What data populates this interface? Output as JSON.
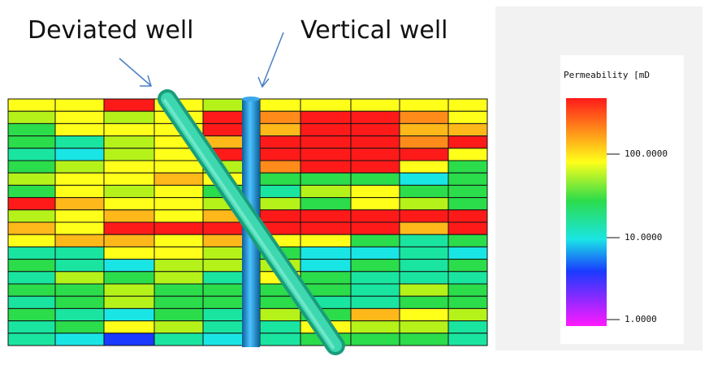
{
  "annotations": {
    "deviated_well": "Deviated well",
    "vertical_well": "Vertical well"
  },
  "legend": {
    "title": "Permeability [mD",
    "ticks": [
      "100.0000",
      "10.0000",
      "1.0000"
    ],
    "scale": "log",
    "colors": {
      "red": "#ff1a1a",
      "orange": "#ff8c1a",
      "yellow": "#ffff1a",
      "green": "#2bdc4b",
      "cyan": "#1ae5e5",
      "blue": "#1a3aff",
      "magenta": "#ff1aff"
    }
  },
  "colors": {
    "vertical_well": "#1a8fd8",
    "deviated_well": "#2fd1a0",
    "grid_line": "#111111",
    "background_panel": "#f2f2f2"
  }
}
